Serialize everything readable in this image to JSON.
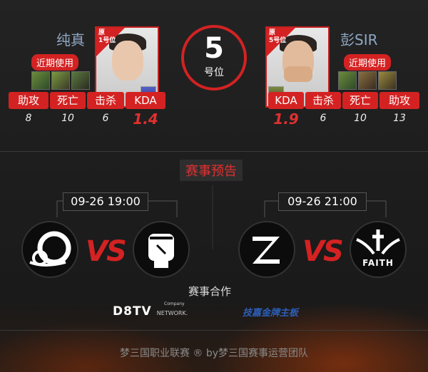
{
  "left_player": {
    "name": "纯真",
    "recent_label": "近期使用",
    "rank_corner_line1": "原",
    "rank_corner_line2": "1号位",
    "stats_headers": [
      "助攻",
      "死亡",
      "击杀",
      "KDA"
    ],
    "stats_values": [
      "8",
      "10",
      "6",
      "1.4"
    ]
  },
  "center_rank": {
    "number": "5",
    "label": "号位"
  },
  "right_player": {
    "name": "彭SIR",
    "recent_label": "近期使用",
    "rank_corner_line1": "原",
    "rank_corner_line2": "5号位",
    "stats_headers": [
      "KDA",
      "击杀",
      "死亡",
      "助攻"
    ],
    "stats_values": [
      "1.9",
      "6",
      "10",
      "13"
    ]
  },
  "schedule": {
    "title": "赛事预告",
    "match1_time": "09-26  19:00",
    "match2_time": "09-26  21:00",
    "vs": "VS",
    "team4_text": "FAITH"
  },
  "partners": {
    "label": "赛事合作",
    "d8tv": "D8TV",
    "d8tv_small_top": "Company",
    "d8tv_small": "NETWORK.",
    "sponsor": "技嘉金牌主板"
  },
  "footer": {
    "text": "梦三国职业联赛 ®    by梦三国赛事运营团队"
  },
  "colors": {
    "accent": "#d42222",
    "name_blue": "#8fa7c4"
  }
}
